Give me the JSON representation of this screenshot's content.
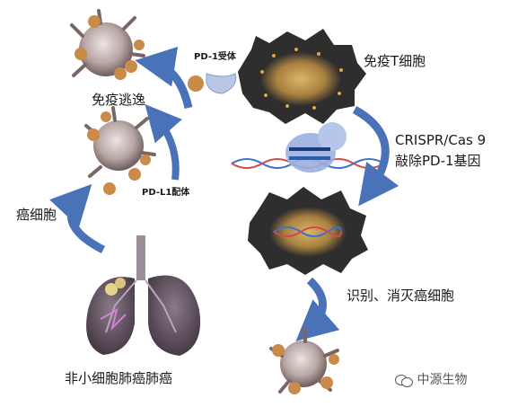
{
  "labels": {
    "pd1_receptor": "PD-1受体",
    "immune_t_cell": "免疫T细胞",
    "immune_escape": "免疫逃逸",
    "pdl1_ligand": "PD-L1配体",
    "cancer_cell": "癌细胞",
    "crispr_line1": "CRISPR/Cas 9",
    "crispr_line2": "敲除PD-1基因",
    "recognize_destroy": "识别、消灭癌细胞",
    "nsclc": "非小细胞肺癌肺癌",
    "watermark": "中源生物"
  },
  "colors": {
    "arrow": "#4a72b8",
    "t_cell_body": "#2e2e2e",
    "t_cell_core": "#c8a25c",
    "cancer_body": "#b8aaa8",
    "cancer_dots": "#c98a4a",
    "receptor": "#b9c7e6",
    "lung": "#6a5a6a",
    "dna_blue": "#3e6fd1",
    "dna_red": "#d24b4b"
  }
}
